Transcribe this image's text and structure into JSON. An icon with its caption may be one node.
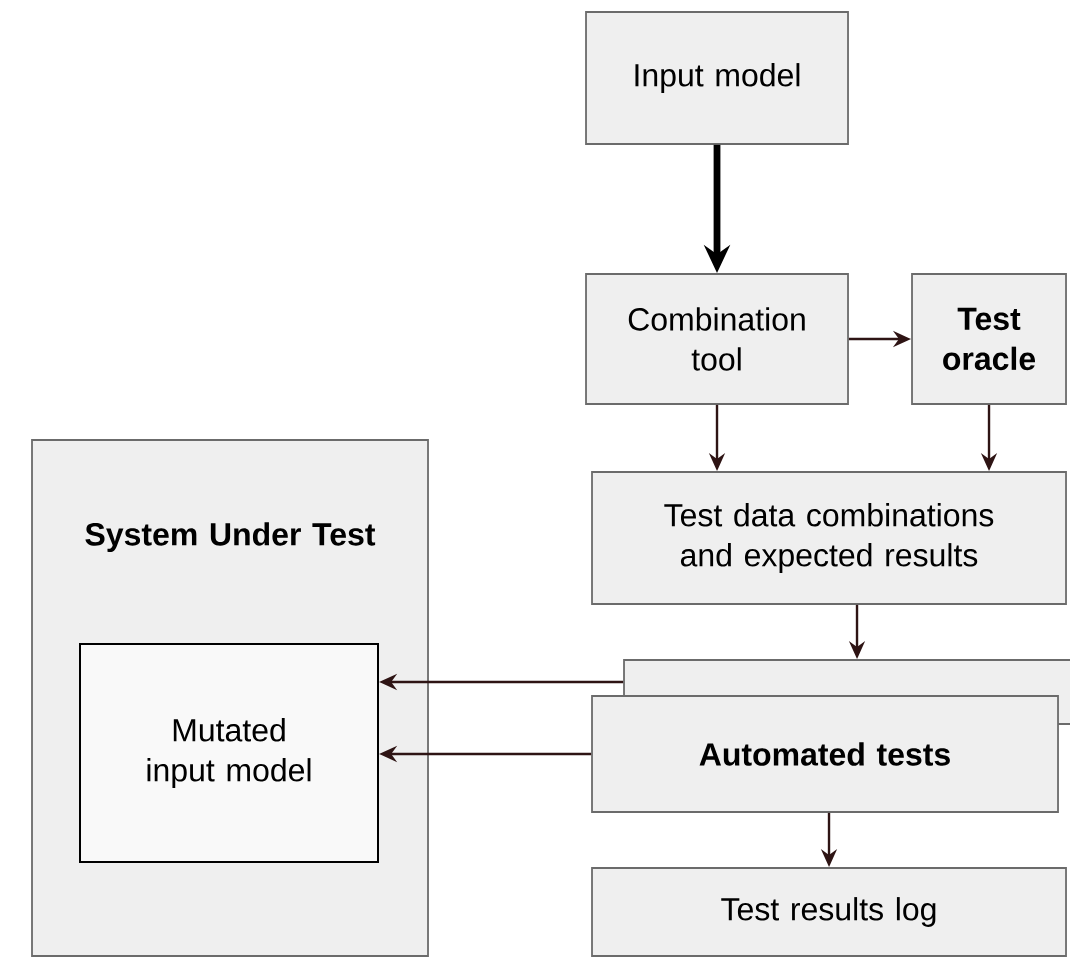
{
  "diagram": {
    "nodes": [
      {
        "text": [
          "Input model"
        ]
      },
      {
        "text": [
          "Combination tool"
        ]
      },
      {
        "text": [
          "Test oracle"
        ]
      },
      {
        "text": [
          "Test data combinations and expected results"
        ]
      },
      {
        "text": [
          "System Under Test"
        ]
      },
      {
        "text": [
          "Mutated input model"
        ],
        "in": 4
      },
      {
        "text": [],
        "shape": "box"
      },
      {
        "text": [
          "Automated tests"
        ]
      },
      {
        "text": [
          "Test results log"
        ]
      }
    ],
    "edges": [
      {
        "from": 0,
        "to": 1,
        "arrow": "to",
        "style": "thick",
        "color": "#000000"
      },
      {
        "from": 1,
        "to": 2,
        "arrow": "to"
      },
      {
        "from": 1,
        "to": 3,
        "arrow": "to"
      },
      {
        "from": 2,
        "to": 3,
        "arrow": "to"
      },
      {
        "from": 3,
        "to": 6,
        "arrow": "to"
      },
      {
        "from": 6,
        "to": 5,
        "arrow": "to"
      },
      {
        "from": 7,
        "to": 5,
        "arrow": "to"
      },
      {
        "from": 7,
        "to": 8,
        "arrow": "to"
      }
    ]
  }
}
